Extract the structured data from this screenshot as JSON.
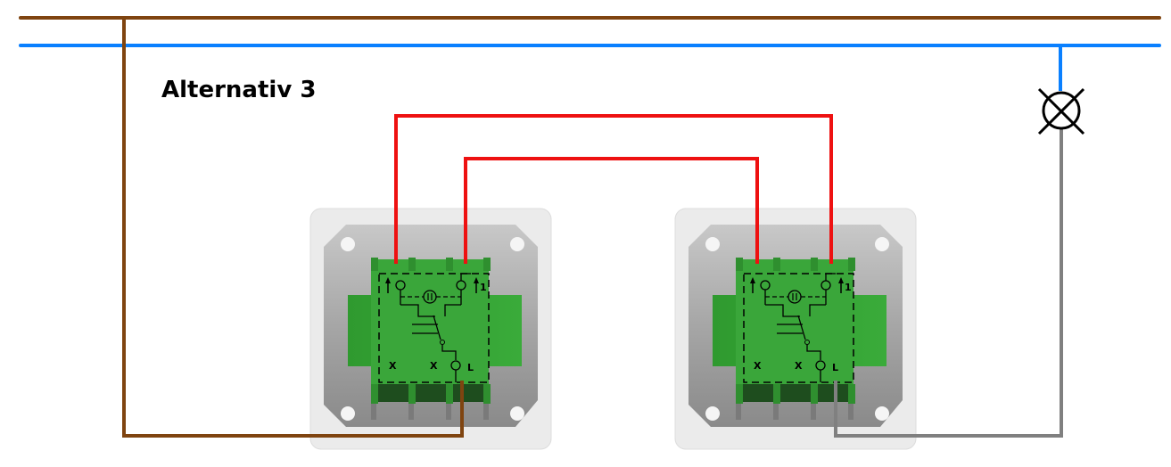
{
  "title": "Alternativ 3",
  "wire_colors": {
    "phase": "#7f4410",
    "neutral": "#0a80ff",
    "traveler": "#ee1111",
    "switched": "#808080"
  },
  "switches": [
    {
      "name": "left",
      "labels": {
        "x1": "X",
        "x2": "X",
        "l": "L",
        "one": "1"
      }
    },
    {
      "name": "right",
      "labels": {
        "x1": "X",
        "x2": "X",
        "l": "L",
        "one": "1"
      }
    }
  ],
  "lamp": {
    "symbol": "lamp-cross"
  }
}
